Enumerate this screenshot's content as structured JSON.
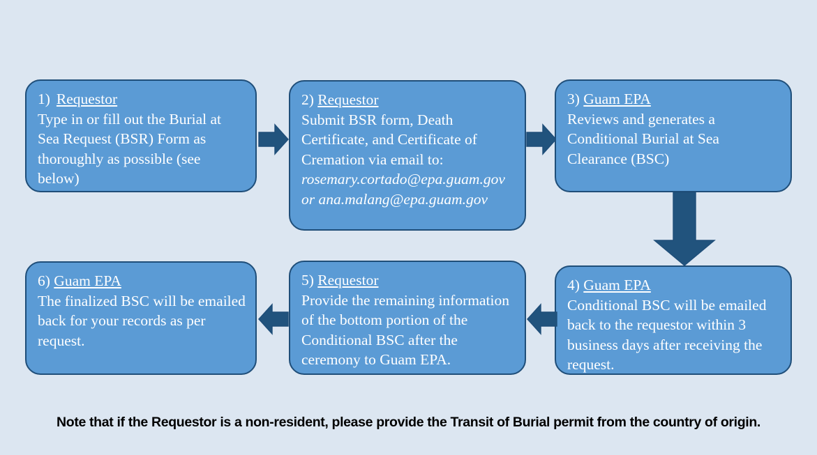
{
  "page": {
    "background_color": "#dce6f1",
    "box_fill_color": "#5b9bd5",
    "box_border_color": "#1f4e79",
    "arrow_color": "#21537d",
    "text_color": "#ffffff"
  },
  "steps": [
    {
      "number": "1)",
      "role": "Requestor",
      "body": "Type in or fill out the Burial at Sea Request (BSR) Form as thoroughly as possible (see below)"
    },
    {
      "number": "2)",
      "role": "Requestor",
      "body": "Submit BSR form, Death Certificate, and Certificate of Cremation via email to:",
      "email_1": "rosemary.cortado@epa.guam.gov",
      "email_2": "or  ana.malang@epa.guam.gov"
    },
    {
      "number": "3)",
      "role": "Guam EPA",
      "body": "Reviews and generates a Conditional Burial at Sea Clearance (BSC)"
    },
    {
      "number": "4)",
      "role": "Guam EPA",
      "body": "Conditional BSC will be emailed back to the requestor within 3 business days after receiving the request."
    },
    {
      "number": "5)",
      "role": "Requestor",
      "body": "Provide the remaining information of the bottom portion of the Conditional BSC after the ceremony to Guam EPA."
    },
    {
      "number": "6)",
      "role": "Guam EPA",
      "body": "The finalized BSC will be emailed back for your records as per request."
    }
  ],
  "connectors": [
    {
      "name": "arrow-1-to-2",
      "direction": "right"
    },
    {
      "name": "arrow-2-to-3",
      "direction": "right"
    },
    {
      "name": "arrow-3-to-4",
      "direction": "down"
    },
    {
      "name": "arrow-4-to-5",
      "direction": "left"
    },
    {
      "name": "arrow-5-to-6",
      "direction": "left"
    }
  ],
  "footer": {
    "note": "Note that if the Requestor is a non-resident, please provide the Transit of Burial permit from the country of origin."
  }
}
